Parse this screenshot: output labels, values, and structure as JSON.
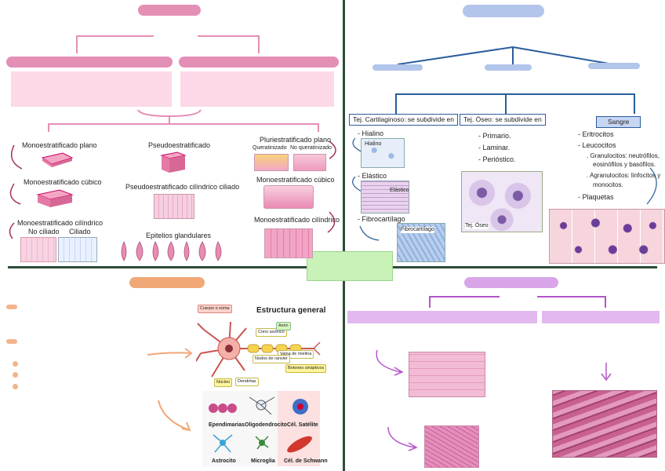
{
  "epithelium": {
    "mono_plano": "Monoestratificado plano",
    "mono_cubico": "Monoestratificado cúbico",
    "mono_cilindrico": "Monoestratificado cilíndrico",
    "no_ciliado": "No ciliado",
    "ciliado": "Ciliado",
    "pseudo": "Pseudoestratificado",
    "pseudo_cil": "Pseudoestratificado cilíndrico ciliado",
    "glandulares": "Epitelios glandulares",
    "pluri_plano": "Pluriestratificado plano",
    "queratinizado": "Queratinizado",
    "no_queratinizado": "No queratinizado",
    "pluri_cubico": "Monoestratificado cúbico",
    "pluri_cilindrico": "Monoestratificado cilíndrico"
  },
  "connective": {
    "cartilaginoso": "Tej. Cartilaginoso: se subdivide en",
    "oseo": "Tej. Óseo: se subdivide en",
    "sangre": "Sangre",
    "cart_items": [
      "- Hialino",
      "- Elástico",
      "- Fibrocartílago"
    ],
    "hialino_img": "Hialino",
    "elastico_img": "Elástico",
    "fibro_img": "Fibrocartílago",
    "oseo_items": [
      "- Primario.",
      "- Laminar.",
      "- Perióstico."
    ],
    "oseo_img": "Tej. Óseo",
    "sangre_items": [
      "- Eritrocitos",
      "- Leucocitos",
      ". Granulocitos: neutrófilos,",
      "eosinófilos y basófilos.",
      ". Agranulocitos: linfocitos y",
      "monocitos.",
      "- Plaquetas"
    ]
  },
  "nervous": {
    "title": "Estructura general",
    "cuerpo": "Cuerpo o soma",
    "cono": "Cono axónico",
    "axon": "Axón",
    "vaina": "Vaina de mielina",
    "nodos": "Nodos de ranvier",
    "botones": "Botones sinápticos",
    "nucleo": "Núcleo",
    "dendritas": "Dendritas",
    "glia": [
      "Ependimarias",
      "Oligodendrocito",
      "Cél. Satélite",
      "Astrocito",
      "Microglia",
      "Cél. de Schwann"
    ]
  },
  "colors": {
    "epithelium": "#e48fb5",
    "connective": "#b2c5ea",
    "nervous": "#f1a877",
    "muscle": "#d8a6e8",
    "center": "#c9f2b8"
  }
}
